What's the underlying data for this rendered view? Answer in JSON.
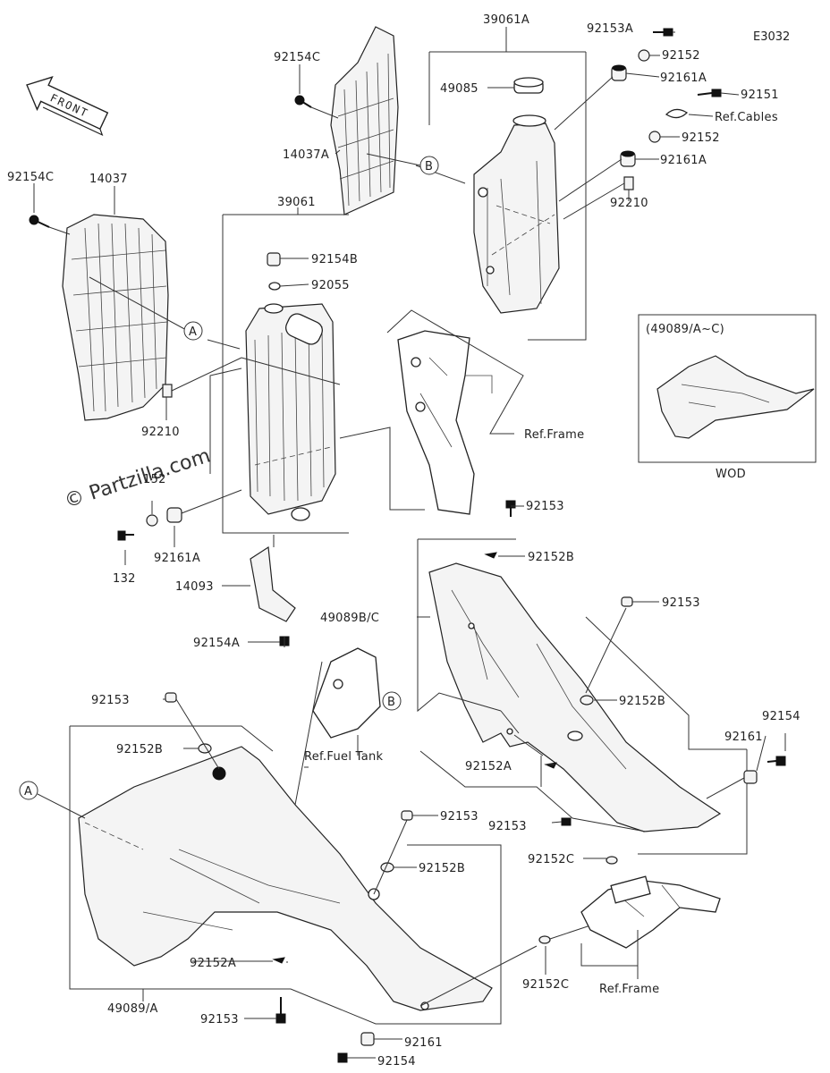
{
  "diagram_code": "E3032",
  "watermark": "© Partzilla.com",
  "front_arrow_label": "FRONT",
  "wod_box": {
    "title": "(49089/A~C)",
    "caption": "WOD"
  },
  "callouts": {
    "A": "A",
    "B": "B"
  },
  "labels": {
    "p39061A": "39061A",
    "p92153A": "92153A",
    "p92152_top": "92152",
    "p92161A_top": "92161A",
    "p92151": "92151",
    "ref_cables": "Ref.Cables",
    "p92152_mid": "92152",
    "p92161A_mid": "92161A",
    "p92210_right": "92210",
    "p49085": "49085",
    "p92154C_top": "92154C",
    "p14037A": "14037A",
    "p92154C_left": "92154C",
    "p14037": "14037",
    "p39061": "39061",
    "p92154B": "92154B",
    "p92055": "92055",
    "p92210_left": "92210",
    "p152": "152",
    "p132": "132",
    "p92161A_low": "92161A",
    "p14093": "14093",
    "p92154A": "92154A",
    "ref_frame_mid": "Ref.Frame",
    "p92153_a": "92153",
    "p92152B_a": "92152B",
    "p92153_b": "92153",
    "p49089BC": "49089B/C",
    "p92152B_b": "92152B",
    "p92154_right": "92154",
    "p92161_right": "92161",
    "p92153_c": "92153",
    "p92152B_c": "92152B",
    "ref_fuel_tank": "Ref.Fuel Tank",
    "p92152A_a": "92152A",
    "p92153_d": "92153",
    "p92152C_a": "92152C",
    "p92153_e": "92153",
    "p92152B_d": "92152B",
    "p92152A_b": "92152A",
    "p92152C_b": "92152C",
    "ref_frame_low": "Ref.Frame",
    "p49089A": "49089/A",
    "p92153_f": "92153",
    "p92161_low": "92161",
    "p92154_low": "92154"
  }
}
